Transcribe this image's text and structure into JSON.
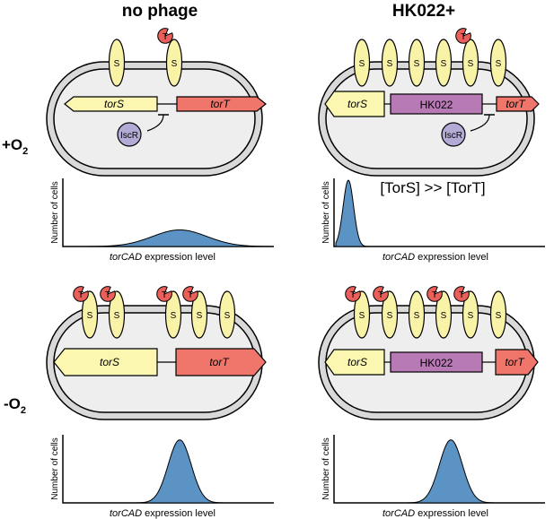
{
  "columns": {
    "left": "no phage",
    "right": "HK022+"
  },
  "rows": {
    "aerobic": {
      "sign": "+O",
      "sub": "2"
    },
    "anaerobic": {
      "sign": "-O",
      "sub": "2"
    }
  },
  "genes": {
    "tors": "torS",
    "tort": "torT",
    "hk022": "HK022"
  },
  "receptor_label": "S",
  "phospho_label": "T",
  "repressor": "IscR",
  "note": "[TorS] >> [TorT]",
  "axes": {
    "ylabel": "Number of cells",
    "xlabel_italic": "torCAD",
    "xlabel_rest": " expression level"
  },
  "colors": {
    "membrane_fill": "#d9d9d9",
    "cytoplasm_fill": "#eeeeee",
    "receptor": "#f8f3a7",
    "tort_gene": "#f0766b",
    "tors_gene": "#fbf6b0",
    "hk022_gene": "#b77ab5",
    "iscr": "#b3abd6",
    "phospho": "#ea5f5a",
    "distribution": "#5b93c4"
  },
  "chart_data": [
    {
      "type": "area",
      "panel": "no phage, +O2",
      "xlabel": "torCAD expression level",
      "ylabel": "Number of cells",
      "distribution": {
        "shape": "gaussian",
        "center": 0.55,
        "width": 0.13,
        "peak": 0.25
      }
    },
    {
      "type": "area",
      "panel": "HK022+, +O2",
      "xlabel": "torCAD expression level",
      "ylabel": "Number of cells",
      "distribution": {
        "shape": "gaussian",
        "center": 0.06,
        "width": 0.025,
        "peak": 1.0
      }
    },
    {
      "type": "area",
      "panel": "no phage, -O2",
      "xlabel": "torCAD expression level",
      "ylabel": "Number of cells",
      "distribution": {
        "shape": "gaussian",
        "center": 0.55,
        "width": 0.055,
        "peak": 0.95
      }
    },
    {
      "type": "area",
      "panel": "HK022+, -O2",
      "xlabel": "torCAD expression level",
      "ylabel": "Number of cells",
      "distribution": {
        "shape": "gaussian",
        "center": 0.55,
        "width": 0.055,
        "peak": 0.95
      }
    }
  ]
}
